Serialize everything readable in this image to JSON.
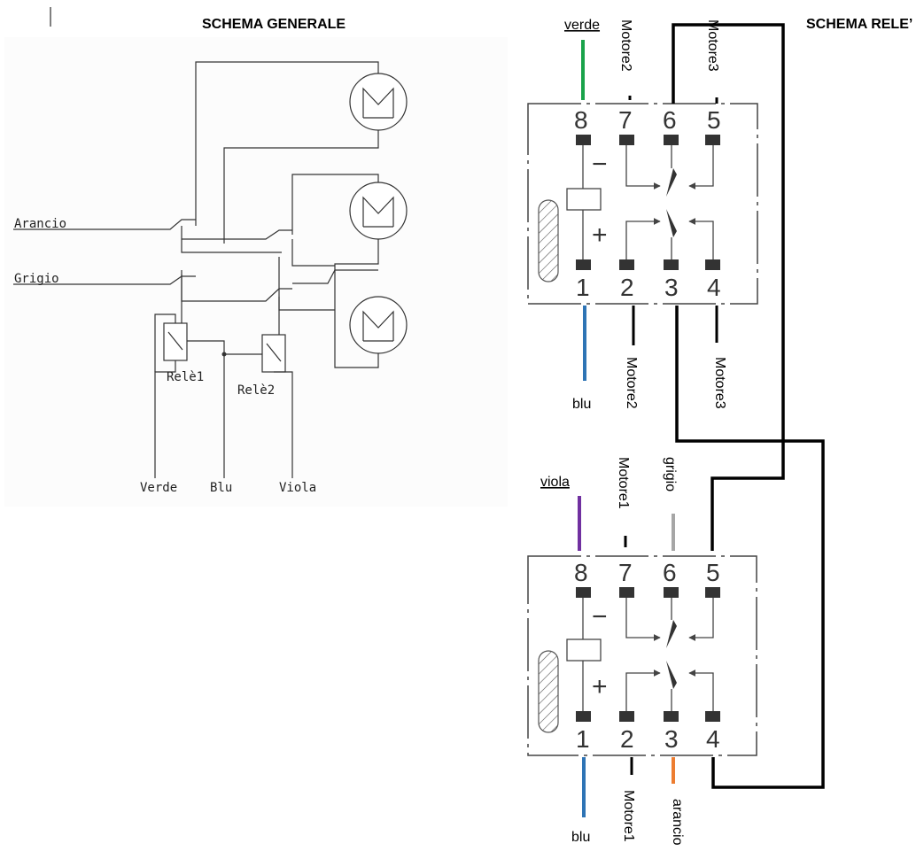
{
  "titles": {
    "general": "SCHEMA GENERALE",
    "relay": "SCHEMA RELE’"
  },
  "general_schema": {
    "inputs": [
      "Arancio",
      "Grigio"
    ],
    "relays": [
      "Relè1",
      "Relè2"
    ],
    "bottom_wires": [
      "Verde",
      "Blu",
      "Viola"
    ],
    "motor_count": 3
  },
  "relay_top": {
    "pins_top": [
      "8",
      "7",
      "6",
      "5"
    ],
    "pins_bottom": [
      "1",
      "2",
      "3",
      "4"
    ],
    "minus": "−",
    "plus": "+",
    "wires": {
      "pin8": {
        "label": "verde",
        "color": "#1aa34a"
      },
      "pin7": {
        "label": "Motore2",
        "color": "#000000"
      },
      "pin5": {
        "label": "Motore3",
        "color": "#000000"
      },
      "pin1": {
        "label": "blu",
        "color": "#2e74b5"
      },
      "pin2": {
        "label": "Motore2",
        "color": "#000000"
      },
      "pin4": {
        "label": "Motore3",
        "color": "#000000"
      }
    }
  },
  "relay_bottom": {
    "pins_top": [
      "8",
      "7",
      "6",
      "5"
    ],
    "pins_bottom": [
      "1",
      "2",
      "3",
      "4"
    ],
    "minus": "−",
    "plus": "+",
    "wires": {
      "pin8": {
        "label": "viola",
        "color": "#7030a0"
      },
      "pin7": {
        "label": "Motore1",
        "color": "#000000"
      },
      "pin6": {
        "label": "grigio",
        "color": "#a6a6a6"
      },
      "pin1": {
        "label": "blu",
        "color": "#2e74b5"
      },
      "pin2": {
        "label": "Motore1",
        "color": "#000000"
      },
      "pin3": {
        "label": "arancio",
        "color": "#ed7d31"
      }
    }
  }
}
